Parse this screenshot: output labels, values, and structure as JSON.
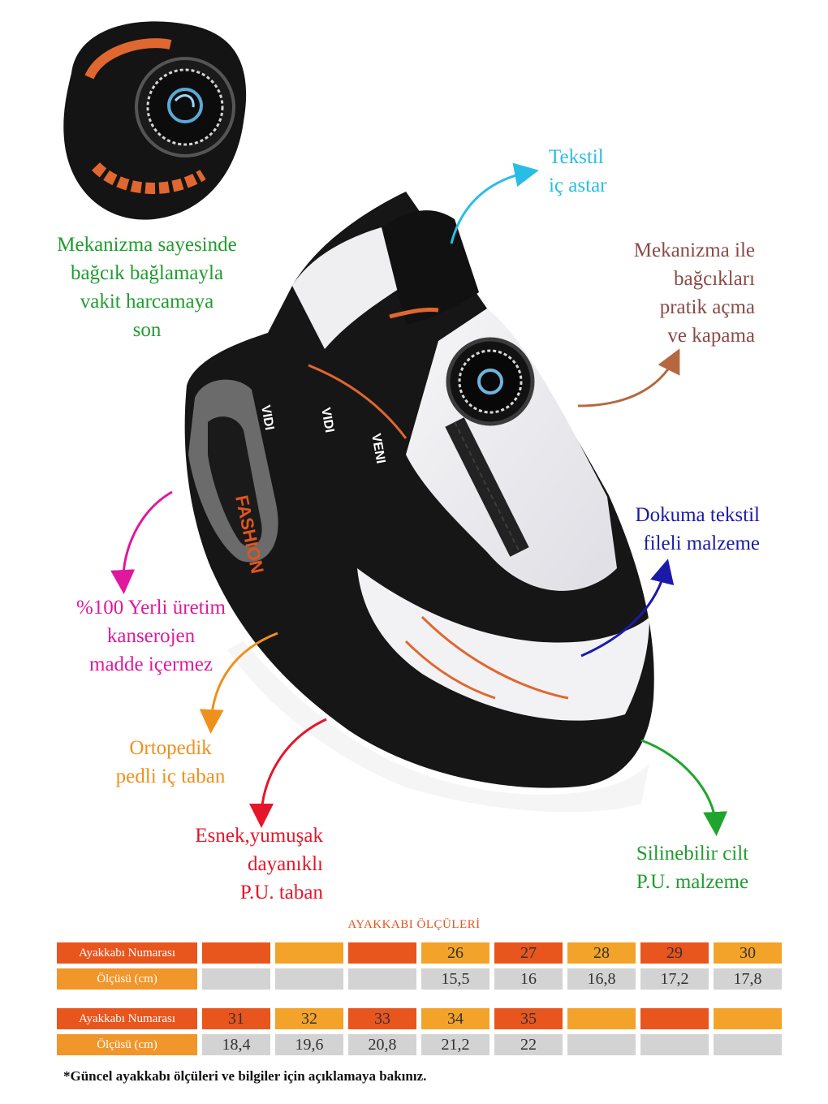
{
  "features": {
    "mech_time": [
      "Mekanizma sayesinde",
      "bağcık bağlamayla",
      "vakit harcamaya",
      "son"
    ],
    "textile_lining": [
      "Tekstil",
      "iç astar"
    ],
    "mech_lace": [
      "Mekanizma ile",
      "bağcıkları",
      "pratik açma",
      "ve kapama"
    ],
    "mesh": [
      "Dokuma tekstil",
      "fileli malzeme"
    ],
    "local": [
      "%100 Yerli üretim",
      "kanserojen",
      "madde içermez"
    ],
    "ortho": [
      "Ortopedik",
      "pedli iç taban"
    ],
    "sole": [
      "Esnek,yumuşak",
      "dayanıklı",
      "P.U. taban"
    ],
    "leather": [
      "Silinebilir cilt",
      "P.U. malzeme"
    ]
  },
  "shoe_print": {
    "heel_label": "FASHION",
    "side_words": [
      "VIDI",
      "VIDI",
      "VENI"
    ]
  },
  "size_table": {
    "title": "AYAKKABI ÖLÇÜLERİ",
    "row_label_number": "Ayakkabı Numarası",
    "row_label_size": "Ölçüsü (cm)",
    "block1": {
      "numbers": [
        "",
        "",
        "",
        "26",
        "27",
        "28",
        "29",
        "30"
      ],
      "sizes": [
        "",
        "",
        "",
        "15,5",
        "16",
        "16,8",
        "17,2",
        "17,8"
      ]
    },
    "block2": {
      "numbers": [
        "31",
        "32",
        "33",
        "34",
        "35",
        "",
        "",
        ""
      ],
      "sizes": [
        "18,4",
        "19,6",
        "20,8",
        "21,2",
        "22",
        "",
        "",
        ""
      ]
    }
  },
  "footnote": "*Güncel ayakkabı ölçüleri ve bilgiler için açıklamaya bakınız.",
  "colors": {
    "green": "#1f9d2e",
    "cyan": "#29bde6",
    "brown": "#8a4a48",
    "navy": "#1b1aa8",
    "magenta": "#e0189e",
    "amber": "#f0901c",
    "red": "#e5162a",
    "table_orange": "#e8551d",
    "table_amber": "#f3a32a",
    "table_gray": "#d3d3d3"
  }
}
